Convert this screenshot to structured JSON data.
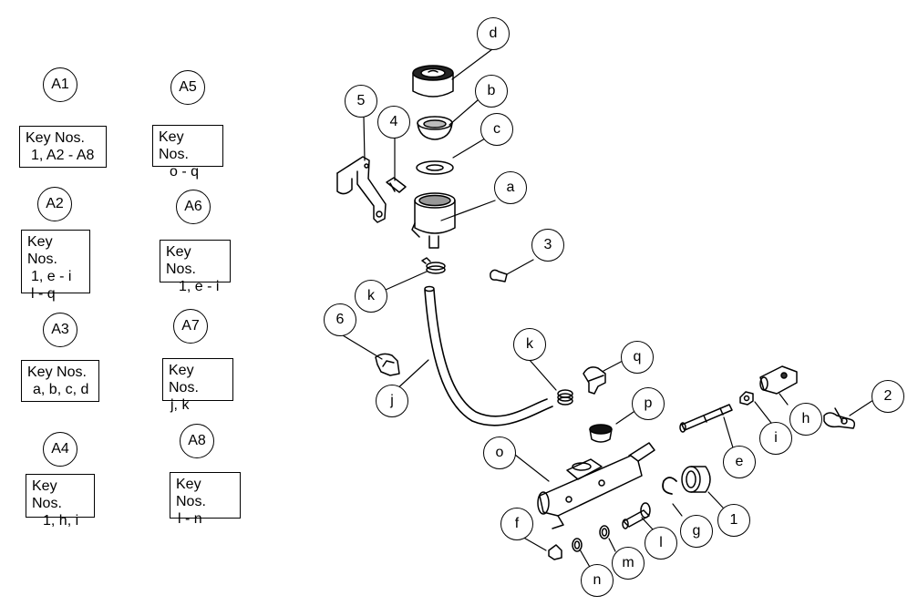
{
  "assemblies": [
    {
      "id": "A1",
      "heading": "Key Nos.",
      "lines": [
        "1, A2 - A8"
      ]
    },
    {
      "id": "A2",
      "heading": "Key Nos.",
      "lines": [
        "1, e - i",
        "l - q"
      ]
    },
    {
      "id": "A3",
      "heading": "Key Nos.",
      "lines": [
        "a, b, c, d"
      ]
    },
    {
      "id": "A4",
      "heading": "Key Nos.",
      "lines": [
        "1, h, i"
      ]
    },
    {
      "id": "A5",
      "heading": "Key Nos.",
      "lines": [
        "o - q"
      ]
    },
    {
      "id": "A6",
      "heading": "Key Nos.",
      "lines": [
        "1, e - i"
      ]
    },
    {
      "id": "A7",
      "heading": "Key Nos.",
      "lines": [
        "j, k"
      ]
    },
    {
      "id": "A8",
      "heading": "Key Nos.",
      "lines": [
        "l - n"
      ]
    }
  ],
  "callouts": [
    "d",
    "b",
    "c",
    "a",
    "5",
    "4",
    "3",
    "k",
    "6",
    "k",
    "q",
    "j",
    "p",
    "2",
    "h",
    "i",
    "e",
    "o",
    "1",
    "g",
    "l",
    "f",
    "m",
    "n"
  ]
}
